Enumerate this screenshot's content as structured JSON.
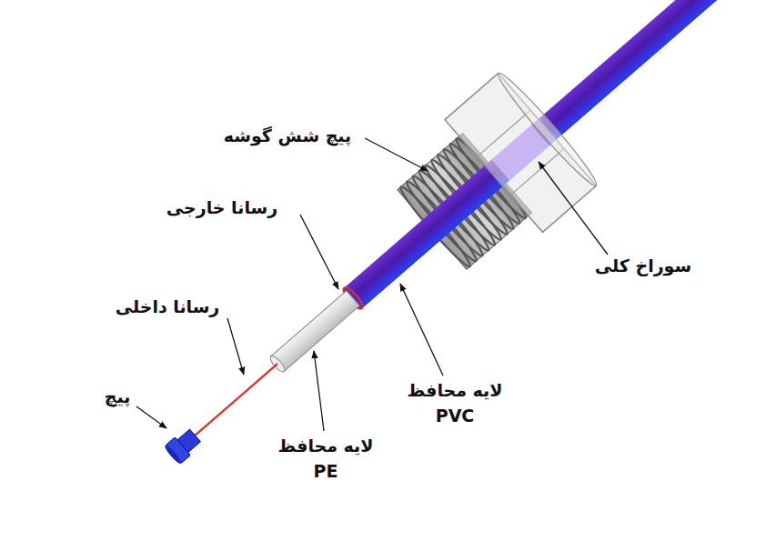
{
  "diagram": {
    "labels": [
      "پیچ شش گوشه",
      "رسانا خارجی",
      "رسانا داخلی",
      "پیچ",
      "لایه محافظ PE",
      "لایه محافظ PVC",
      "سوراخ کلی"
    ]
  }
}
